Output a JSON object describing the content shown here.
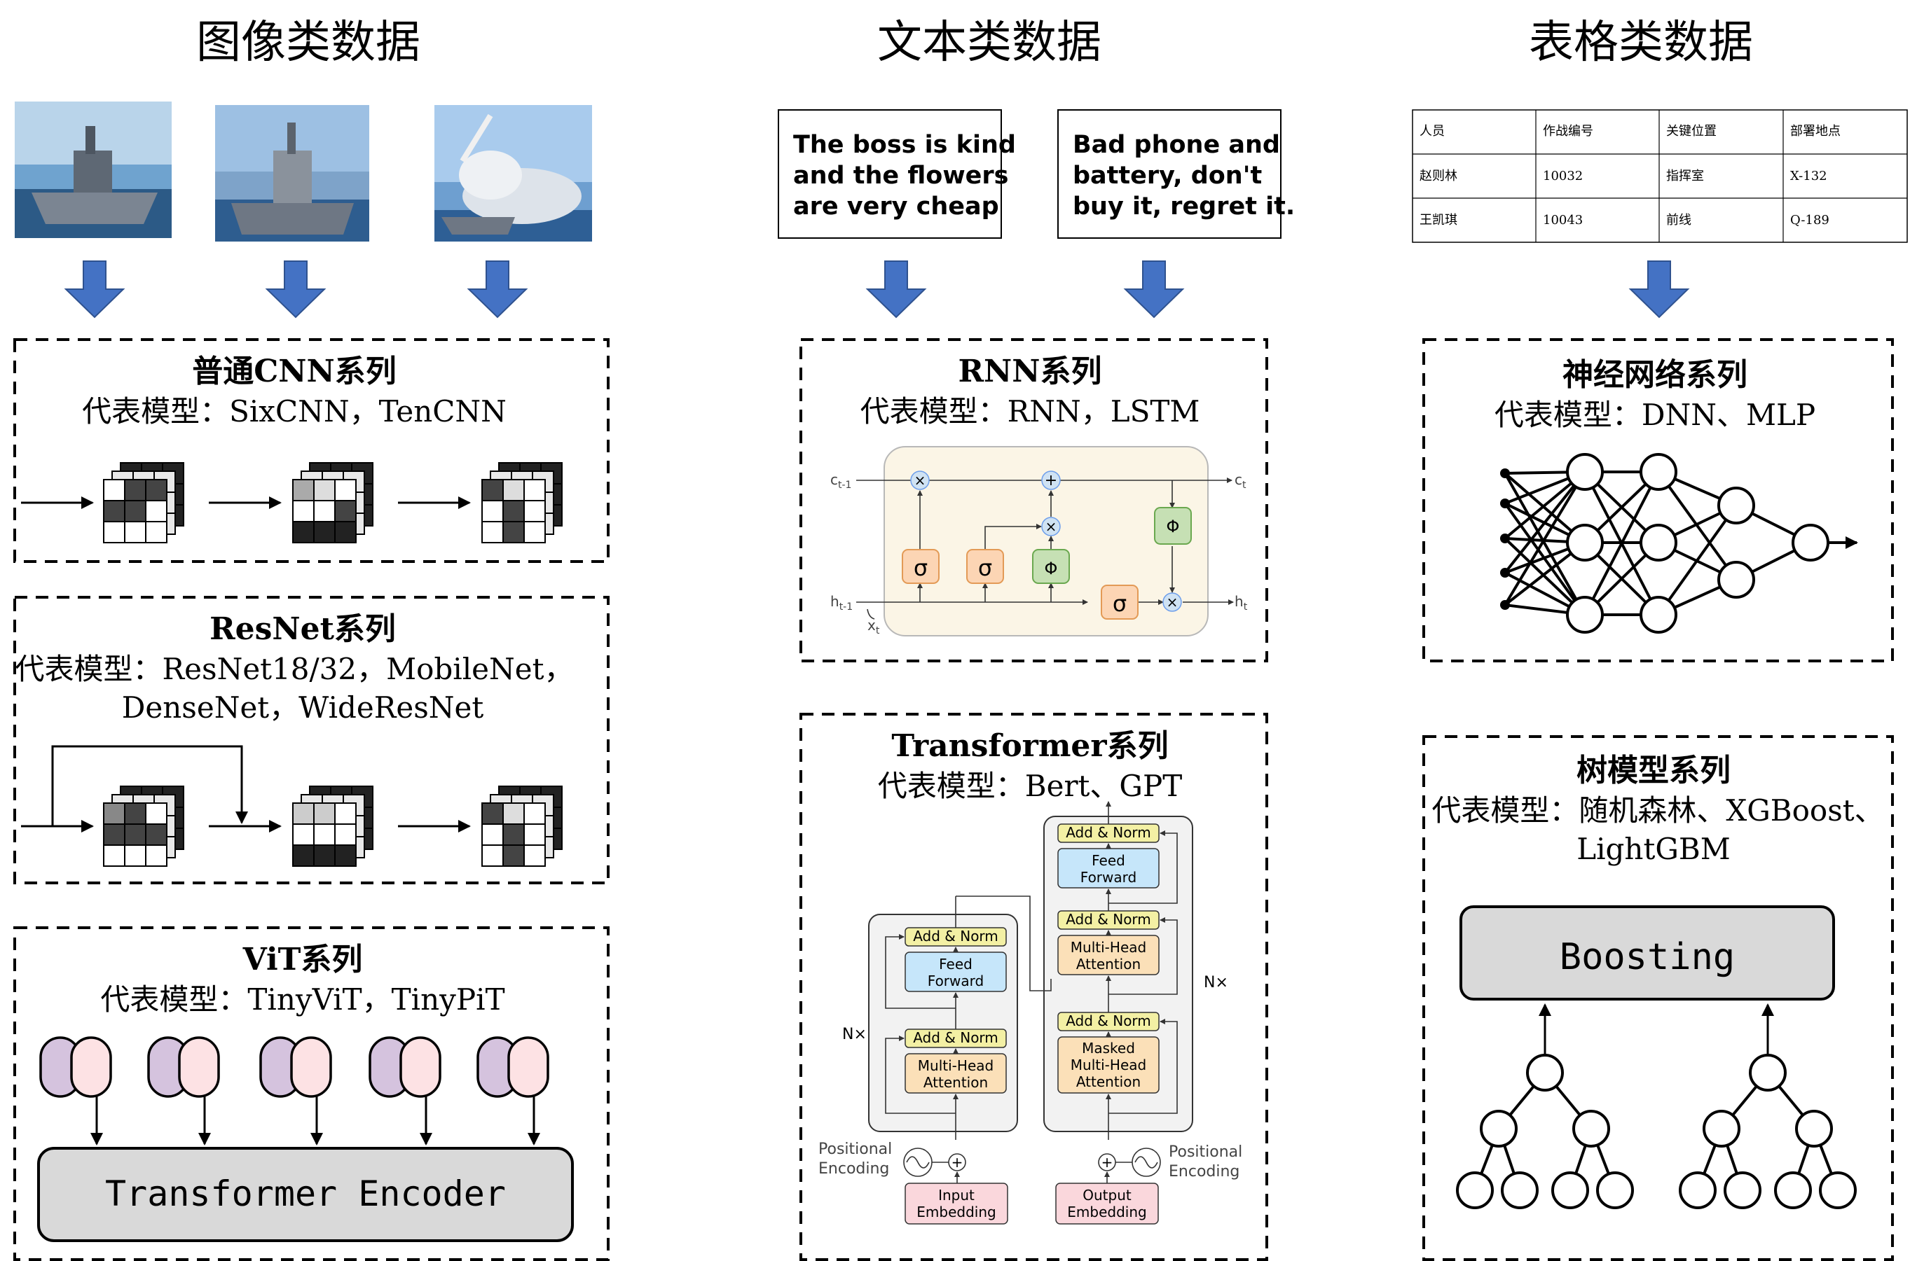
{
  "columns": {
    "image": {
      "title": "图像类数据",
      "sections": [
        {
          "title": "普通CNN系列",
          "models": "代表模型：SixCNN，TenCNN"
        },
        {
          "title": "ResNet系列",
          "models_line1": "代表模型：ResNet18/32，MobileNet，",
          "models_line2": "DenseNet，WideResNet"
        },
        {
          "title": "ViT系列",
          "models": "代表模型：TinyViT，TinyPiT",
          "encoder_label": "Transformer Encoder"
        }
      ]
    },
    "text": {
      "title": "文本类数据",
      "samples": [
        {
          "lines": [
            "The boss is kind",
            "and the flowers",
            "are very cheap"
          ]
        },
        {
          "lines": [
            "Bad phone and",
            "battery, don't",
            "buy it, regret it."
          ]
        }
      ],
      "sections": [
        {
          "title": "RNN系列",
          "models": "代表模型：RNN，LSTM"
        },
        {
          "title": "Transformer系列",
          "models": "代表模型：Bert、GPT"
        }
      ],
      "lstm": {
        "c_prev": "c",
        "c_prev_sub": "t-1",
        "c_next": "c",
        "c_next_sub": "t",
        "h_prev": "h",
        "h_prev_sub": "t-1",
        "h_next": "h",
        "h_next_sub": "t",
        "x": "x",
        "x_sub": "t",
        "sigma": "σ",
        "phi": "Φ",
        "times": "×",
        "plus": "+"
      },
      "transformer": {
        "add_norm": "Add & Norm",
        "feed_forward": [
          "Feed",
          "Forward"
        ],
        "mha": [
          "Multi-Head",
          "Attention"
        ],
        "masked_mha": [
          "Masked",
          "Multi-Head",
          "Attention"
        ],
        "nx": "N×",
        "pos_enc": [
          "Positional",
          "Encoding"
        ],
        "input_emb": [
          "Input",
          "Embedding"
        ],
        "output_emb": [
          "Output",
          "Embedding"
        ]
      }
    },
    "tabular": {
      "title": "表格类数据",
      "table": {
        "headers": [
          "人员",
          "作战编号",
          "关键位置",
          "部署地点"
        ],
        "rows": [
          [
            "赵则林",
            "10032",
            "指挥室",
            "X-132"
          ],
          [
            "王凯琪",
            "10043",
            "前线",
            "Q-189"
          ]
        ]
      },
      "sections": [
        {
          "title": "神经网络系列",
          "models": "代表模型：DNN、MLP"
        },
        {
          "title": "树模型系列",
          "models_line1": "代表模型：随机森林、XGBoost、",
          "models_line2": "LightGBM",
          "boosting_label": "Boosting"
        }
      ]
    }
  },
  "colors": {
    "arrow_blue": "#4472c4",
    "gray_box": "#d9d9d9",
    "purple_token": "#d5c3de",
    "pink_token": "#fde2e4",
    "orange_gate": "#fcd5b4",
    "green_gate": "#c6e0b4",
    "lstm_bg": "#fbf5e6",
    "addnorm_yellow": "#f3f0a4",
    "ff_blue": "#c6e6fa",
    "mha_orange": "#fbe0b8",
    "emb_pink": "#fad7dc"
  }
}
